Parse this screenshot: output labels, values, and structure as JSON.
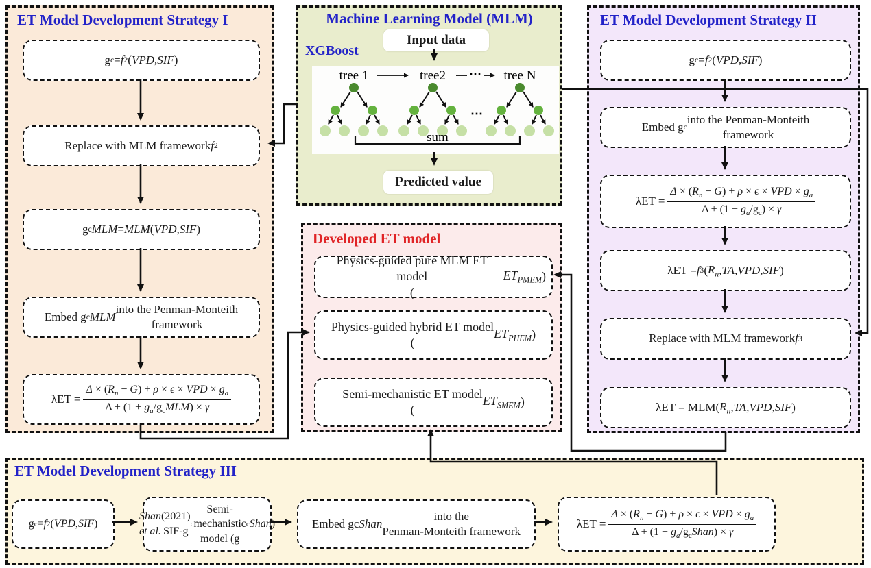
{
  "figure": {
    "colors": {
      "title_blue": "#2222c8",
      "title_red": "#e02426",
      "strategy1_bg": "#fbead9",
      "mlm_bg": "#e9edcd",
      "strategy2_bg": "#f3e7fa",
      "developed_bg": "#fcebeb",
      "strategy3_bg": "#fdf5dd",
      "tree_root_green": "#4a8a2e",
      "tree_child_green": "#64b23e",
      "tree_leaf_green": "#c6e0a6"
    },
    "panels": {
      "strategy1": {
        "title": "ET Model Development Strategy I",
        "boxes": [
          {
            "html": "g<sub>c</sub> = <i>f</i><sub>2</sub>(<i>VPD</i>, <i>SIF</i>)"
          },
          {
            "html": "Replace with MLM framework <i>f</i><sub>2</sub>"
          },
          {
            "html": "g<sub>c</sub><i>MLM</i> = <i>MLM</i>(<i>VPD</i>, <i>SIF</i>)"
          },
          {
            "html": "Embed g<sub>c</sub><i>MLM</i> into the Penman-Monteith<br>framework"
          },
          {
            "html": "λET = <span class='frac'><span class='num'><i>Δ</i> × (<i>R<sub>n</sub></i> − <i>G</i>) + <i>ρ</i> × <i>ϵ</i> × <i>VPD</i> × <i>g<sub>a</sub></i></span><span class='den'>Δ + (1 + <i>g<sub>a</sub></i>/g<sub>c</sub><i>MLM</i>) × <i>γ</i></span></span>"
          }
        ]
      },
      "mlm": {
        "title": "Machine Learning Model (MLM)",
        "algorithm_label": "XGBoost",
        "input_box": "Input data",
        "output_box": "Predicted value",
        "tree_labels": [
          "tree 1",
          "tree2",
          "tree N"
        ],
        "ellipsis": "⋯",
        "sum_label": "sum"
      },
      "strategy2": {
        "title": "ET Model Development Strategy II",
        "boxes": [
          {
            "html": "g<sub>c</sub> = <i>f</i><sub>2</sub>(<i>VPD</i>, <i>SIF</i>)"
          },
          {
            "html": "Embed g<sub>c</sub> into the Penman-Monteith<br>framework"
          },
          {
            "html": "λET = <span class='frac'><span class='num'><i>Δ</i> × (<i>R<sub>n</sub></i> − <i>G</i>) + <i>ρ</i> × <i>ϵ</i> × <i>VPD</i> × <i>g<sub>a</sub></i></span><span class='den'>Δ + (1 + <i>g<sub>a</sub></i>/g<sub>c</sub>) × <i>γ</i></span></span>"
          },
          {
            "html": "λET = <i>f</i><sub>3</sub>(<i>R<sub>n</sub></i>, <i>TA</i>, <i>VPD</i>, <i>SIF</i>)"
          },
          {
            "html": "Replace with MLM framework <i>f</i><sub>3</sub>"
          },
          {
            "html": "λET = MLM(<i>R<sub>n</sub></i>, <i>TA</i>, <i>VPD</i>, <i>SIF</i>)"
          }
        ]
      },
      "developed": {
        "title": "Developed ET model",
        "boxes": [
          {
            "html": "Physics-guided pure MLM ET model<br>(<i>ET<sub>PMEM</sub></i>)"
          },
          {
            "html": "Physics-guided hybrid ET model<br>(<i>ET<sub>PHEM</sub></i>)"
          },
          {
            "html": "Semi-mechanistic ET model<br>(<i>ET<sub>SMEM</sub></i>)"
          }
        ]
      },
      "strategy3": {
        "title": "ET Model Development Strategy III",
        "boxes": [
          {
            "html": "g<sub>c</sub> = <i>f</i><sub>2</sub>(<i>VPD</i>, <i>SIF</i>)"
          },
          {
            "html": "<i>Shan et al.</i> (2021)<br>SIF-g<sub>c</sub> Semi-mechanistic<br>model (g<sub>c</sub><i>Shan</i>)"
          },
          {
            "html": "Embed gc<i>Shan</i> into the<br>Penman-Monteith framework"
          },
          {
            "html": "λET = <span class='frac'><span class='num'><i>Δ</i> × (<i>R<sub>n</sub></i> − <i>G</i>) + <i>ρ</i> × <i>ϵ</i> × <i>VPD</i> × <i>g<sub>a</sub></i></span><span class='den'>Δ + (1 + <i>g<sub>a</sub></i>/g<sub>c</sub><i>Shan</i>) × <i>γ</i></span></span>"
          }
        ]
      }
    }
  }
}
